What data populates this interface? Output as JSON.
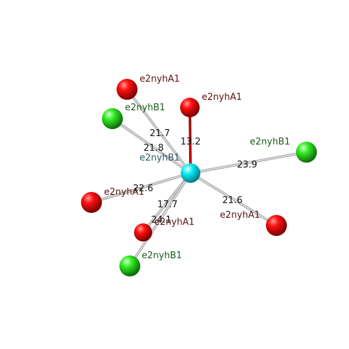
{
  "colors": {
    "background": "#ffffff",
    "center_atom": "#00e5f0",
    "red_atom": "#dd0000",
    "green_atom": "#22dd22",
    "bond_default": "#d8d8d8",
    "bond_highlight": "#cc0000",
    "label_red_atom": "#5a1010",
    "label_green_atom": "#1a5a1a",
    "label_center": "#2a5a60"
  },
  "diagram": {
    "center": {
      "label": "e2nyhB1",
      "kind": "center"
    },
    "neighbors": [
      {
        "id": "n1",
        "label": "e2nyhA1",
        "kind": "red",
        "distance": "21.7",
        "bond": "default"
      },
      {
        "id": "n2",
        "label": "e2nyhA1",
        "kind": "red",
        "distance": "13.2",
        "bond": "highlight"
      },
      {
        "id": "n3",
        "label": "e2nyhB1",
        "kind": "green",
        "distance": "21.8",
        "bond": "default"
      },
      {
        "id": "n4",
        "label": "e2nyhB1",
        "kind": "green",
        "distance": "23.9",
        "bond": "default"
      },
      {
        "id": "n5",
        "label": "e2nyhA1",
        "kind": "red",
        "distance": "22.6",
        "bond": "default"
      },
      {
        "id": "n6",
        "label": "e2nyhA1",
        "kind": "red",
        "distance": "21.6",
        "bond": "default"
      },
      {
        "id": "n7",
        "label": "e2nyhA1",
        "kind": "red",
        "distance": "17.7",
        "bond": "default"
      },
      {
        "id": "n8",
        "label": "e2nyhB1",
        "kind": "green",
        "distance": "24.1",
        "bond": "default"
      }
    ]
  }
}
